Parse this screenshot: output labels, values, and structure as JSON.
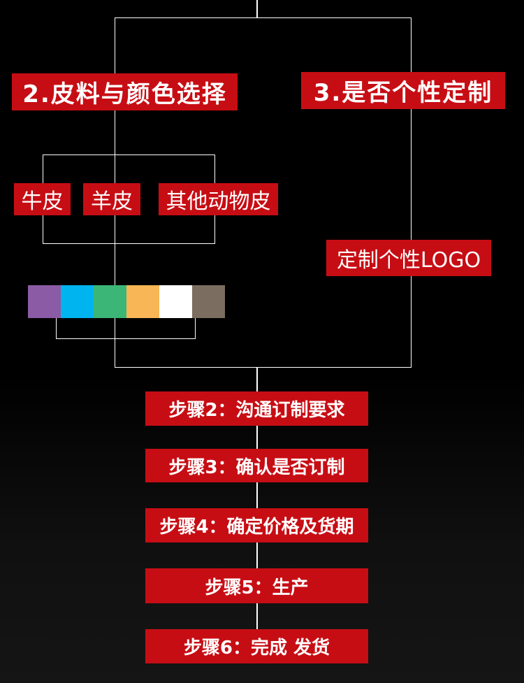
{
  "stage2": {
    "title": "2.皮料与颜色选择"
  },
  "stage3": {
    "title": "3.是否个性定制"
  },
  "leather_options": [
    "牛皮",
    "羊皮",
    "其他动物皮"
  ],
  "custom_option": "定制个性LOGO",
  "color_swatches": [
    "#8c5ba6",
    "#00b4ef",
    "#3bb676",
    "#f9b656",
    "#ffffff",
    "#7b6e60"
  ],
  "steps": [
    "步骤2：沟通订制要求",
    "步骤3：确认是否订制",
    "步骤4：确定价格及货期",
    "步骤5：生产",
    "步骤6：完成 发货"
  ],
  "colors": {
    "accent": "#c70d14",
    "line": "#ffffff",
    "background": "#000000"
  }
}
